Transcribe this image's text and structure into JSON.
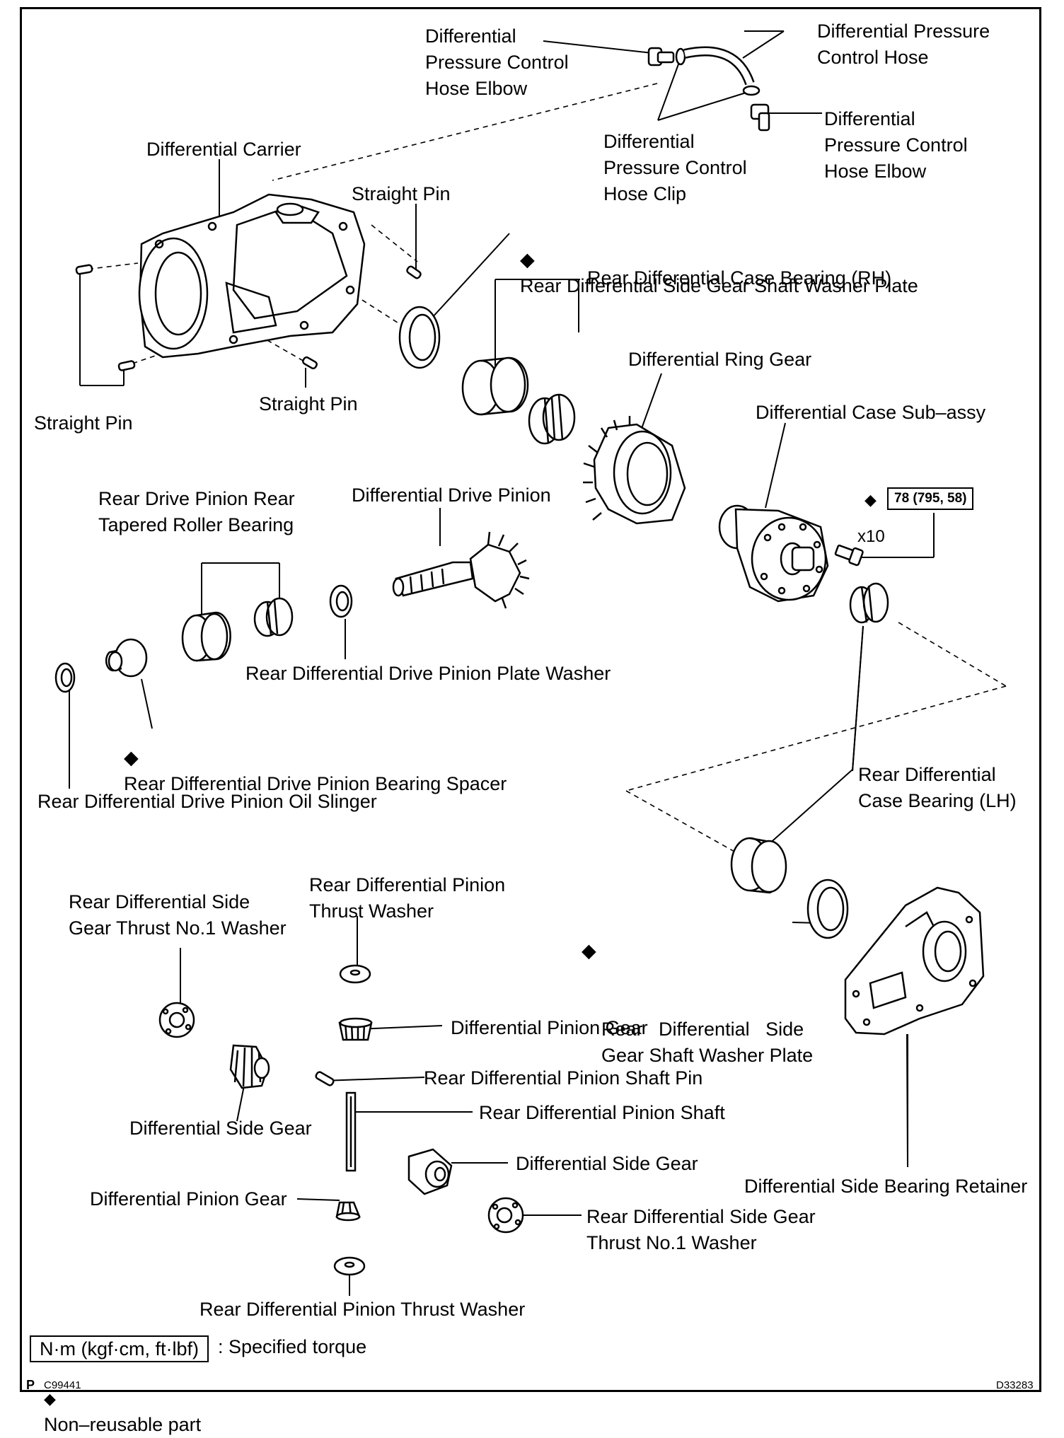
{
  "labels": {
    "diff_pressure_hose_elbow_top": "Differential\nPressure Control\nHose Elbow",
    "diff_pressure_control_hose": "Differential Pressure\nControl Hose",
    "diff_pressure_hose_elbow_right": "Differential\nPressure Control\nHose Elbow",
    "diff_pressure_hose_clip": "Differential\nPressure Control\nHose Clip",
    "differential_carrier": "Differential Carrier",
    "straight_pin_top": "Straight Pin",
    "straight_pin_left": "Straight Pin",
    "straight_pin_bottom": "Straight Pin",
    "side_gear_shaft_washer_plate_top": "Rear Differential Side Gear Shaft Washer Plate",
    "case_bearing_rh": "Rear Differential Case Bearing (RH)",
    "ring_gear": "Differential Ring Gear",
    "case_sub_assy": "Differential Case Sub–assy",
    "drive_pinion_rear_bearing": "Rear Drive Pinion Rear\nTapered Roller Bearing",
    "drive_pinion": "Differential Drive Pinion",
    "torque_value": "78 (795, 58)",
    "bolt_count": "x10",
    "pinion_plate_washer": "Rear Differential Drive Pinion Plate Washer",
    "pinion_bearing_spacer": "Rear Differential Drive Pinion Bearing Spacer",
    "oil_slinger": "Rear Differential Drive Pinion Oil Slinger",
    "case_bearing_lh": "Rear Differential\nCase Bearing (LH)",
    "side_gear_thrust_washer_left": "Rear Differential Side\nGear Thrust No.1 Washer",
    "pinion_thrust_washer_top": "Rear Differential Pinion\nThrust Washer",
    "side_gear_shaft_washer_plate_right": "Rear   Differential   Side\nGear Shaft Washer Plate",
    "pinion_gear_top": "Differential Pinion Gear",
    "pinion_shaft_pin": "Rear Differential Pinion Shaft Pin",
    "pinion_shaft": "Rear Differential Pinion Shaft",
    "side_gear_left": "Differential Side Gear",
    "side_gear_right": "Differential Side Gear",
    "side_bearing_retainer": "Differential Side Bearing Retainer",
    "pinion_gear_bottom": "Differential Pinion Gear",
    "side_gear_thrust_washer_right": "Rear Differential Side Gear\nThrust No.1 Washer",
    "pinion_thrust_washer_bottom": "Rear Differential Pinion Thrust Washer"
  },
  "legend": {
    "torque_units": "N·m (kgf·cm, ft·lbf)",
    "torque_text": ": Specified torque",
    "nonreusable_text": "Non–reusable part",
    "diamond": "◆"
  },
  "footer": {
    "page_prefix": "P",
    "figure_code": "C99441",
    "drawing_code": "D33283"
  }
}
